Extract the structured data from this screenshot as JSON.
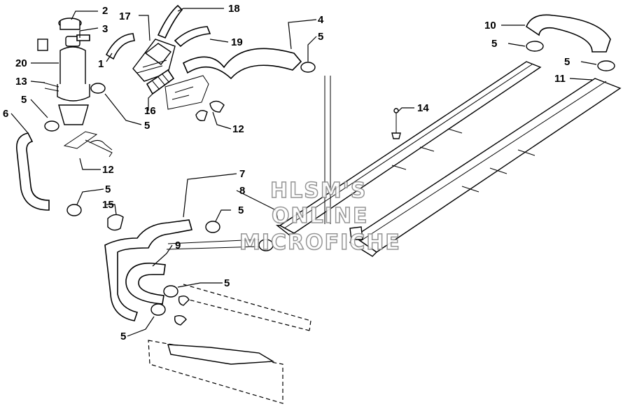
{
  "diagram": {
    "callouts": [
      {
        "id": "c2",
        "label": "2"
      },
      {
        "id": "c3",
        "label": "3"
      },
      {
        "id": "c17",
        "label": "17"
      },
      {
        "id": "c18",
        "label": "18"
      },
      {
        "id": "c4",
        "label": "4"
      },
      {
        "id": "c5a",
        "label": "5"
      },
      {
        "id": "c10",
        "label": "10"
      },
      {
        "id": "c5b",
        "label": "5"
      },
      {
        "id": "c5c",
        "label": "5"
      },
      {
        "id": "c11",
        "label": "11"
      },
      {
        "id": "c19",
        "label": "19"
      },
      {
        "id": "c1",
        "label": "1"
      },
      {
        "id": "c20",
        "label": "20"
      },
      {
        "id": "c13",
        "label": "13"
      },
      {
        "id": "c5d",
        "label": "5"
      },
      {
        "id": "c6",
        "label": "6"
      },
      {
        "id": "c16",
        "label": "16"
      },
      {
        "id": "c5e",
        "label": "5"
      },
      {
        "id": "c12a",
        "label": "12"
      },
      {
        "id": "c14",
        "label": "14"
      },
      {
        "id": "c12b",
        "label": "12"
      },
      {
        "id": "c7",
        "label": "7"
      },
      {
        "id": "c8",
        "label": "8"
      },
      {
        "id": "c5f",
        "label": "5"
      },
      {
        "id": "c15",
        "label": "15"
      },
      {
        "id": "c5g",
        "label": "5"
      },
      {
        "id": "c9",
        "label": "9"
      },
      {
        "id": "c5h",
        "label": "5"
      },
      {
        "id": "c5i",
        "label": "5"
      }
    ],
    "watermark": [
      "HLSM'S",
      "ONLINE",
      "MICROFICHE"
    ]
  }
}
